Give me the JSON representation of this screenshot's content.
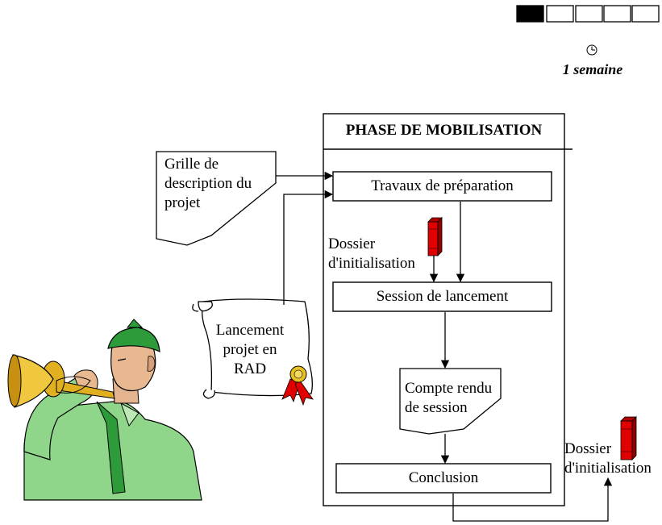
{
  "progress": {
    "segments_total": 5,
    "segments_filled": 1
  },
  "duration": {
    "icon": "clock-icon",
    "label": "1 semaine"
  },
  "phase": {
    "title": "PHASE DE MOBILISATION",
    "steps": [
      "Travaux de préparation",
      "Session de lancement",
      "Conclusion"
    ]
  },
  "inputs": {
    "grille": [
      "Grille de",
      "description du",
      "projet"
    ],
    "lancement": [
      "Lancement",
      "projet en",
      "RAD"
    ]
  },
  "outputs": {
    "dossier_inner": [
      "Dossier",
      "d'initialisation"
    ],
    "compte_rendu": [
      "Compte rendu",
      "de session"
    ],
    "dossier_outer": [
      "Dossier",
      "d'initialisation"
    ]
  },
  "colors": {
    "binder": "#e00000",
    "uniform": "#8fd68a",
    "cap": "#2e9b3a",
    "horn": "#e0b020"
  }
}
